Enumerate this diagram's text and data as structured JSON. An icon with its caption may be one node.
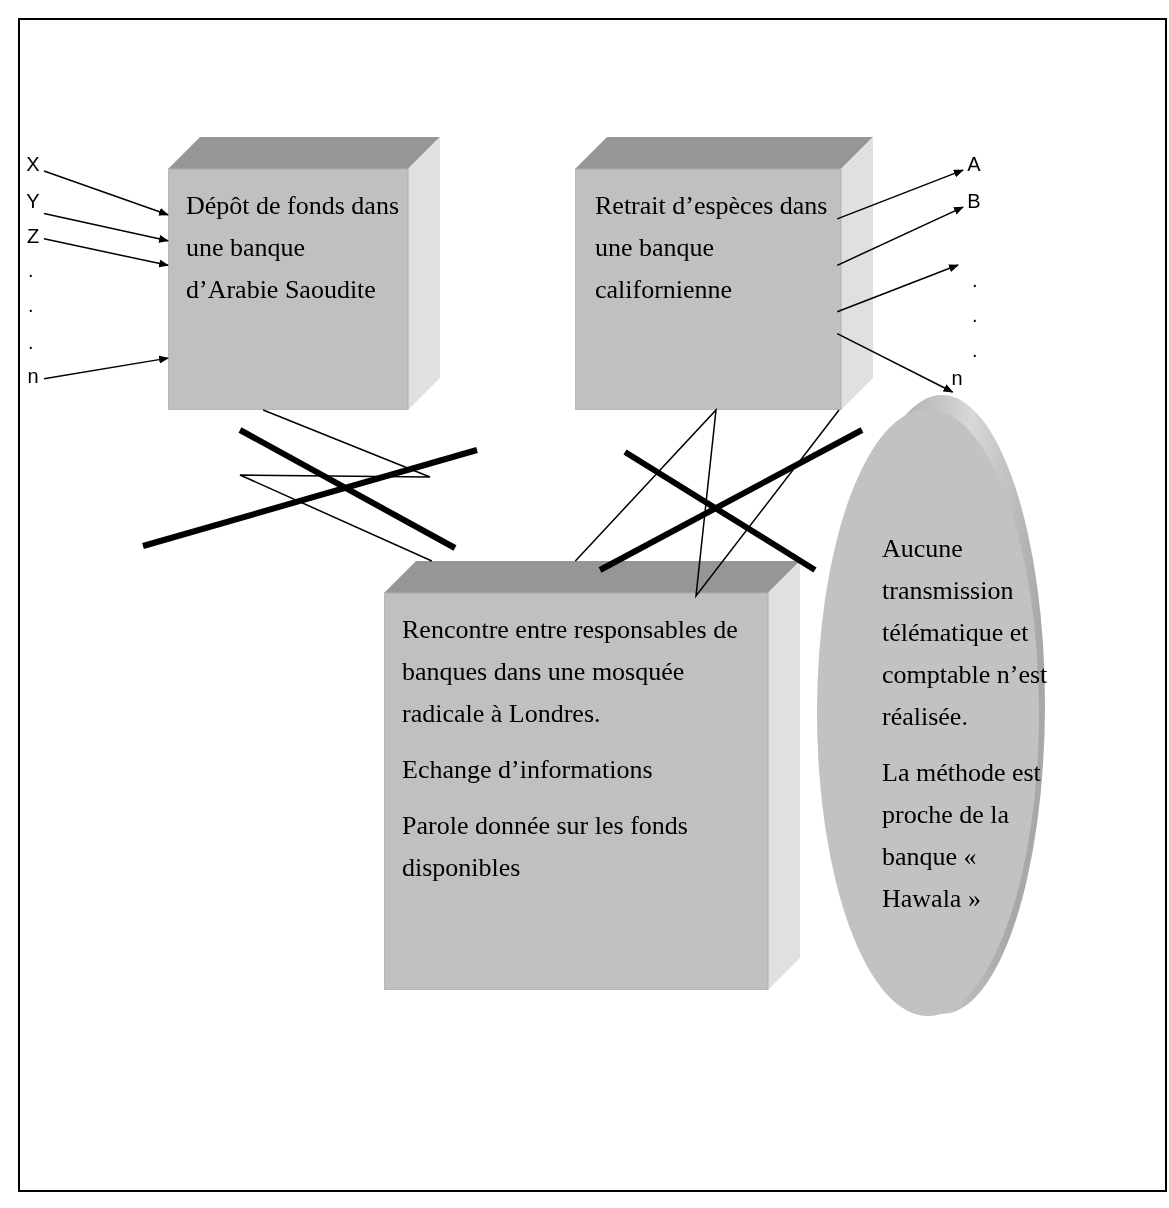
{
  "diagram": {
    "nodes": [
      {
        "text": [
          "Dépôt de fonds dans une banque d’Arabie Saoudite"
        ]
      },
      {
        "text": [
          "Retrait d’espèces dans une banque californienne"
        ]
      },
      {
        "text": [
          "Rencontre entre responsables de banques dans une mosquée radicale à Londres.",
          "Echange d’informations",
          "Parole donnée sur les fonds disponibles"
        ]
      },
      {
        "text": [
          "Aucune transmission télématique et comptable n’est réalisée.",
          "La méthode est proche de la banque « Hawala »"
        ]
      },
      {
        "text": [
          "X"
        ]
      },
      {
        "text": [
          "Y"
        ]
      },
      {
        "text": [
          "Z"
        ]
      },
      {
        "text": [
          "n"
        ]
      },
      {
        "text": [
          "A"
        ]
      },
      {
        "text": [
          "B"
        ]
      },
      {
        "text": [
          "n"
        ]
      }
    ],
    "edges": [
      {
        "from": 4,
        "to": 0,
        "arrow": "to"
      },
      {
        "from": 5,
        "to": 0,
        "arrow": "to"
      },
      {
        "from": 6,
        "to": 0,
        "arrow": "to"
      },
      {
        "from": 7,
        "to": 0,
        "arrow": "to"
      },
      {
        "from": 1,
        "to": 8,
        "arrow": "to"
      },
      {
        "from": 1,
        "to": 9,
        "arrow": "to"
      },
      {
        "from": 1,
        "to": null,
        "arrow": "to"
      },
      {
        "from": 1,
        "to": 10,
        "arrow": "to"
      },
      {
        "from": 0,
        "to": 2,
        "arrow": "none"
      },
      {
        "from": 1,
        "to": 2,
        "arrow": "none"
      }
    ],
    "labels": [
      ".",
      ".",
      ".",
      ".",
      ".",
      "."
    ]
  }
}
